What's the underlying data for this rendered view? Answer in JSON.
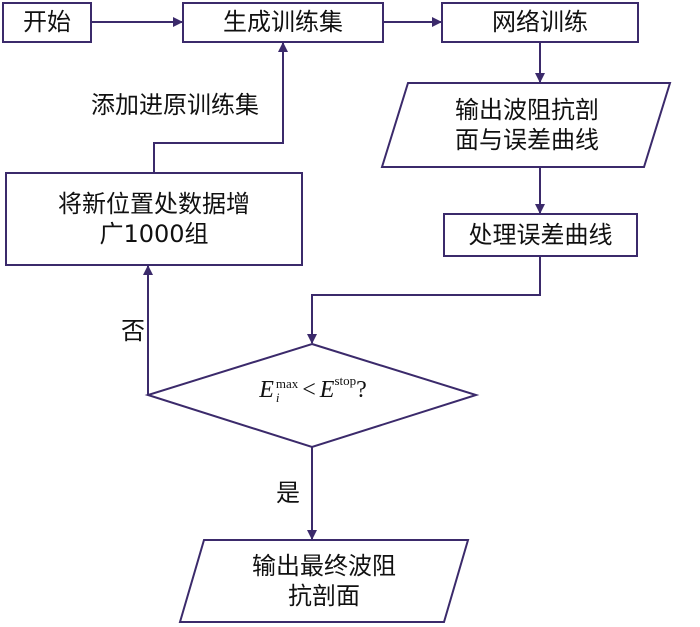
{
  "nodes": {
    "start": "开始",
    "gen_train_set": "生成训练集",
    "net_train": "网络训练",
    "output_profile": "输出波阻抗剖面与误差曲线",
    "process_error": "处理误差曲线",
    "augment": "将新位置处数据增广1000组",
    "decision": {
      "lhs_symbol": "E",
      "lhs_sup": "max",
      "lhs_sub": "i",
      "operator": "<",
      "rhs_symbol": "E",
      "rhs_sup": "stop",
      "question": "?"
    },
    "final_output": "输出最终波阻抗剖面"
  },
  "edges": {
    "add_to_train": "添加进原训练集",
    "no": "否",
    "yes": "是"
  },
  "colors": {
    "stroke": "#3b2a6b",
    "arrow": "#3b2a6b",
    "text": "#111111",
    "background": "#ffffff"
  }
}
